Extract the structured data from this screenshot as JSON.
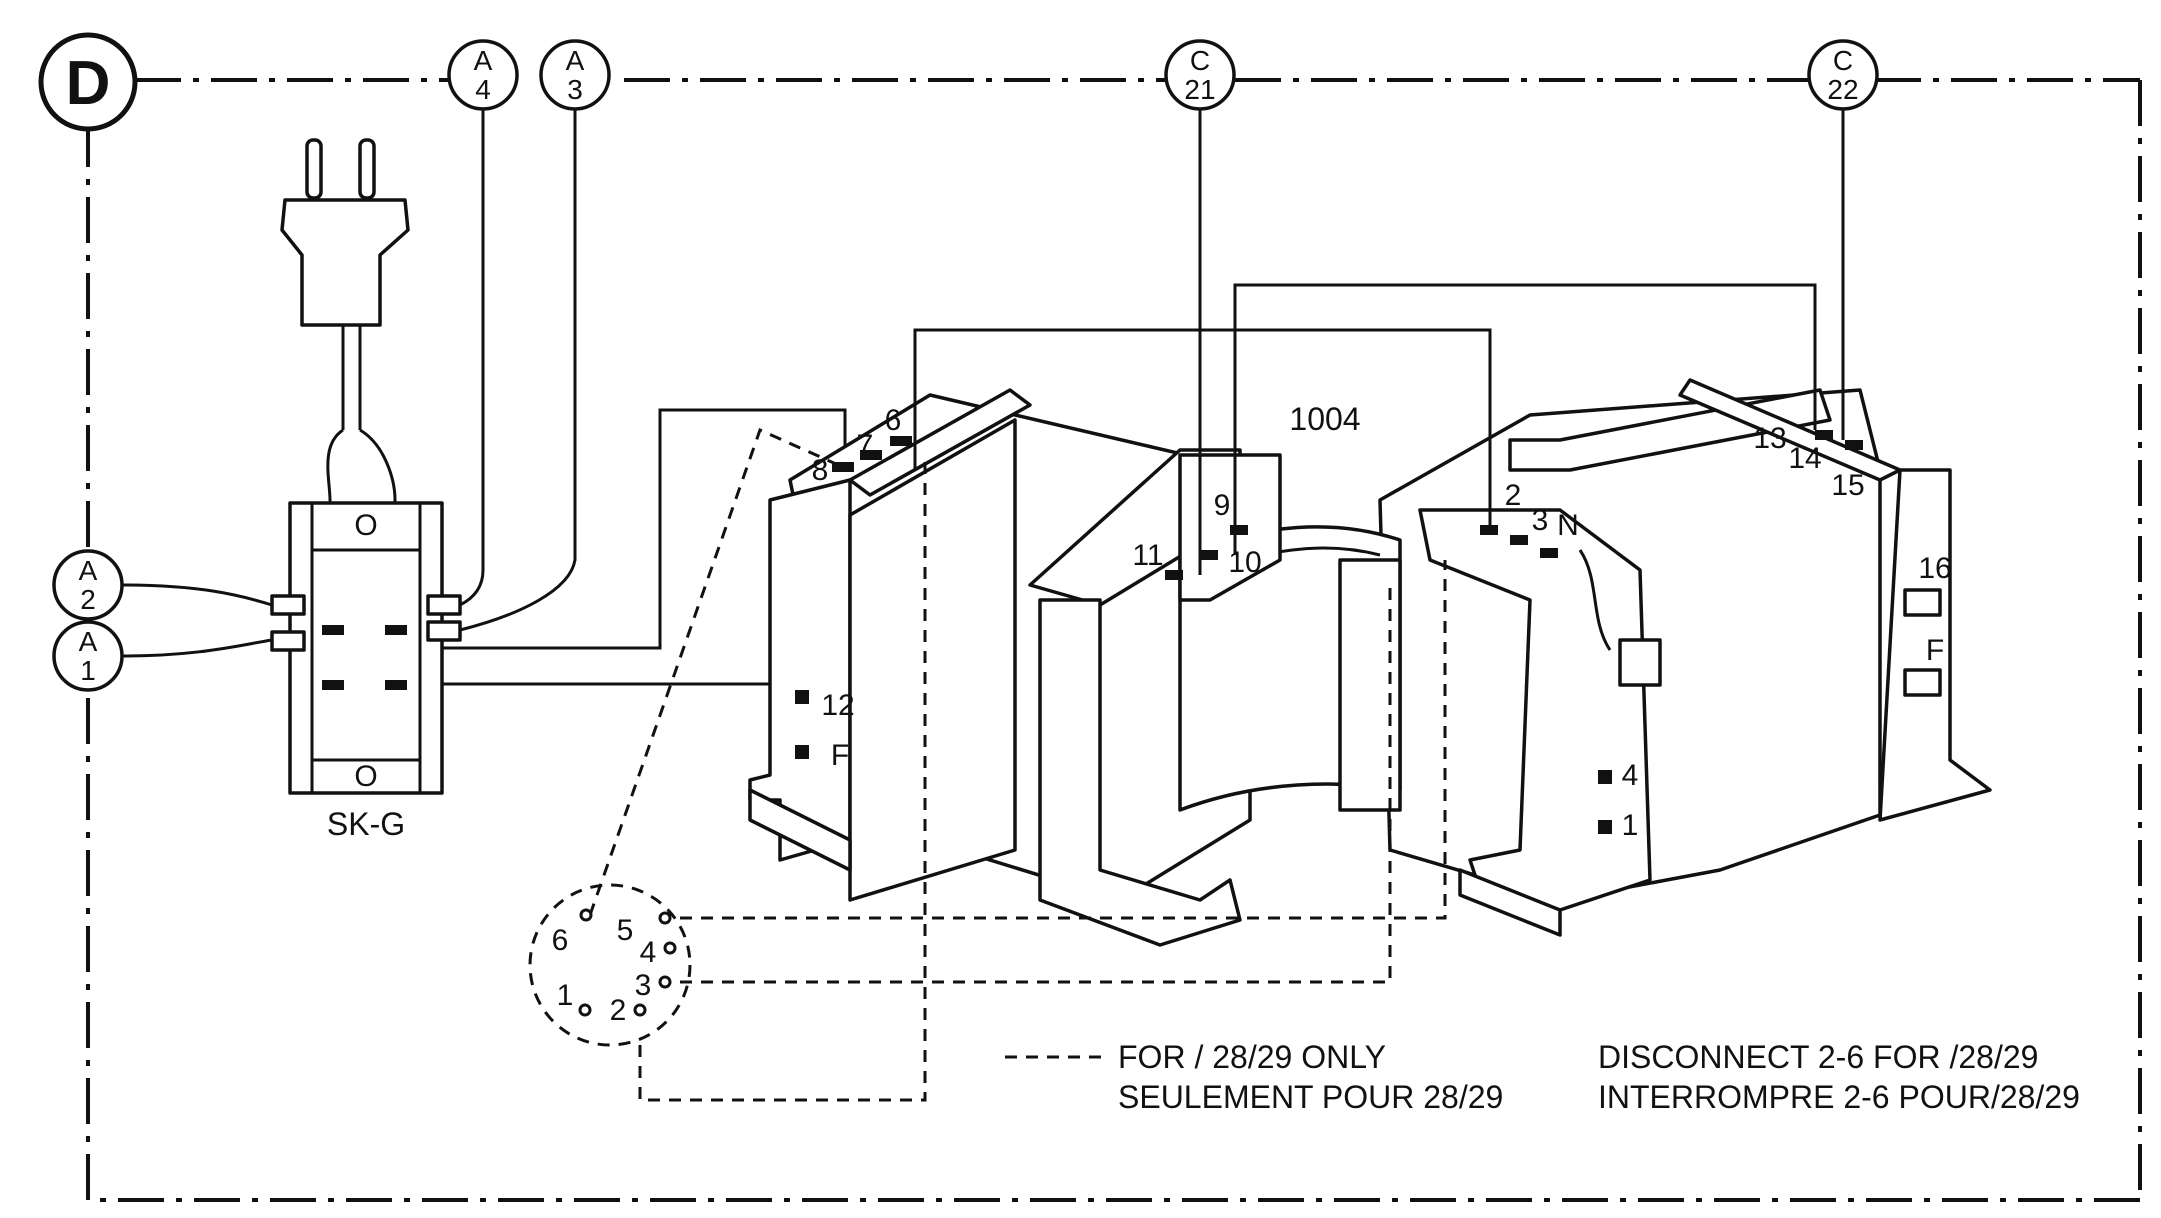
{
  "diagram": {
    "section_letter": "D",
    "connectors": {
      "a4": {
        "top": "A",
        "bottom": "4"
      },
      "a3": {
        "top": "A",
        "bottom": "3"
      },
      "a2": {
        "top": "A",
        "bottom": "2"
      },
      "a1": {
        "top": "A",
        "bottom": "1"
      },
      "c21": {
        "top": "C",
        "bottom": "21"
      },
      "c22": {
        "top": "C",
        "bottom": "22"
      }
    },
    "switch": {
      "label": "SK-G",
      "mark_top": "O",
      "mark_bottom": "O"
    },
    "transformer": {
      "label": "1004",
      "terminals": {
        "t1": "1",
        "t2": "2",
        "t3": "3",
        "t4": "4",
        "tN": "N",
        "t6": "6",
        "t7": "7",
        "t8": "8",
        "t9": "9",
        "t10": "10",
        "t11": "11",
        "t12": "12",
        "t13": "13",
        "t14": "14",
        "t15": "15",
        "t16": "16",
        "tF_left": "F",
        "tF_right": "F"
      }
    },
    "socket": {
      "pins": {
        "p1": "1",
        "p2": "2",
        "p3": "3",
        "p4": "4",
        "p5": "5",
        "p6": "6"
      }
    },
    "legend": {
      "dashed_line_text_en": "FOR / 28/29 ONLY",
      "dashed_line_text_fr": "SEULEMENT POUR 28/29",
      "note_en": "DISCONNECT 2-6 FOR /28/29",
      "note_fr": "INTERROMPRE 2-6 POUR/28/29"
    }
  }
}
